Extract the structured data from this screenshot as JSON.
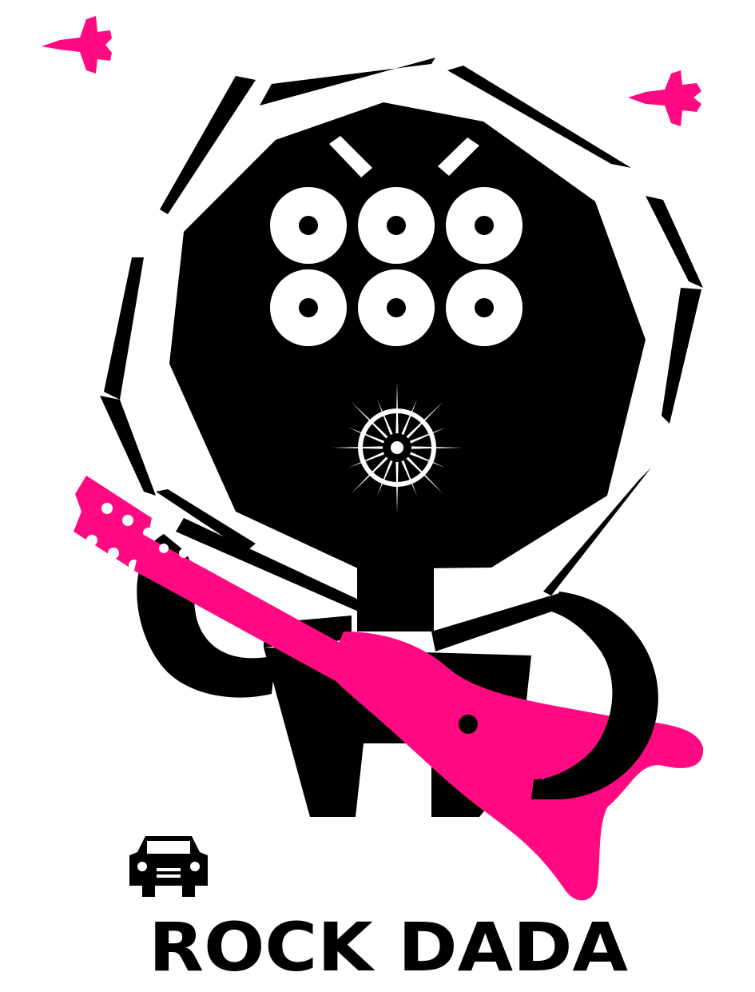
{
  "poster": {
    "title": "ROCK DADA"
  },
  "colors": {
    "background": "#ffffff",
    "ink": "#000000",
    "accent": "#ff0a82"
  },
  "icons": {
    "jet_left": "fighter-jet-icon",
    "jet_right": "fighter-jet-icon",
    "car": "car-front-icon",
    "face_eyes": "six-ring-eyes",
    "mouth": "starburst-mouth",
    "instrument": "flying-v-guitar"
  }
}
